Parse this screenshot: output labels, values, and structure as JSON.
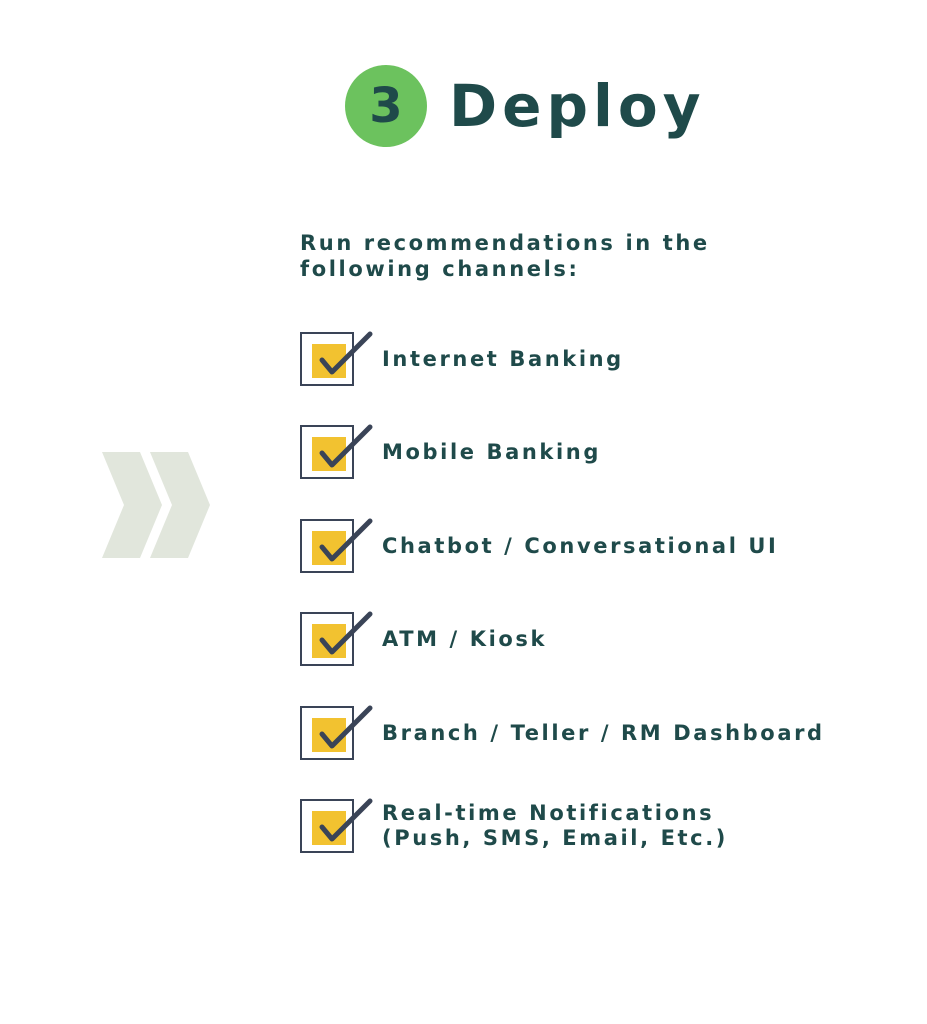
{
  "header": {
    "step_number": "3",
    "title": "Deploy"
  },
  "intro": "Run recommendations in the\nfollowing channels:",
  "colors": {
    "accent_green": "#6cc25e",
    "text_teal": "#1f4a4a",
    "checkbox_yellow": "#f2c230",
    "check_navy": "#3a4457",
    "chevron_gray": "#e1e6dc"
  },
  "channels": [
    {
      "label": "Internet Banking",
      "checked": true
    },
    {
      "label": "Mobile Banking",
      "checked": true
    },
    {
      "label": "Chatbot / Conversational UI",
      "checked": true
    },
    {
      "label": "ATM / Kiosk",
      "checked": true
    },
    {
      "label": "Branch / Teller / RM Dashboard",
      "checked": true
    },
    {
      "label": "Real-time Notifications\n(Push, SMS, Email, Etc.)",
      "checked": true
    }
  ]
}
